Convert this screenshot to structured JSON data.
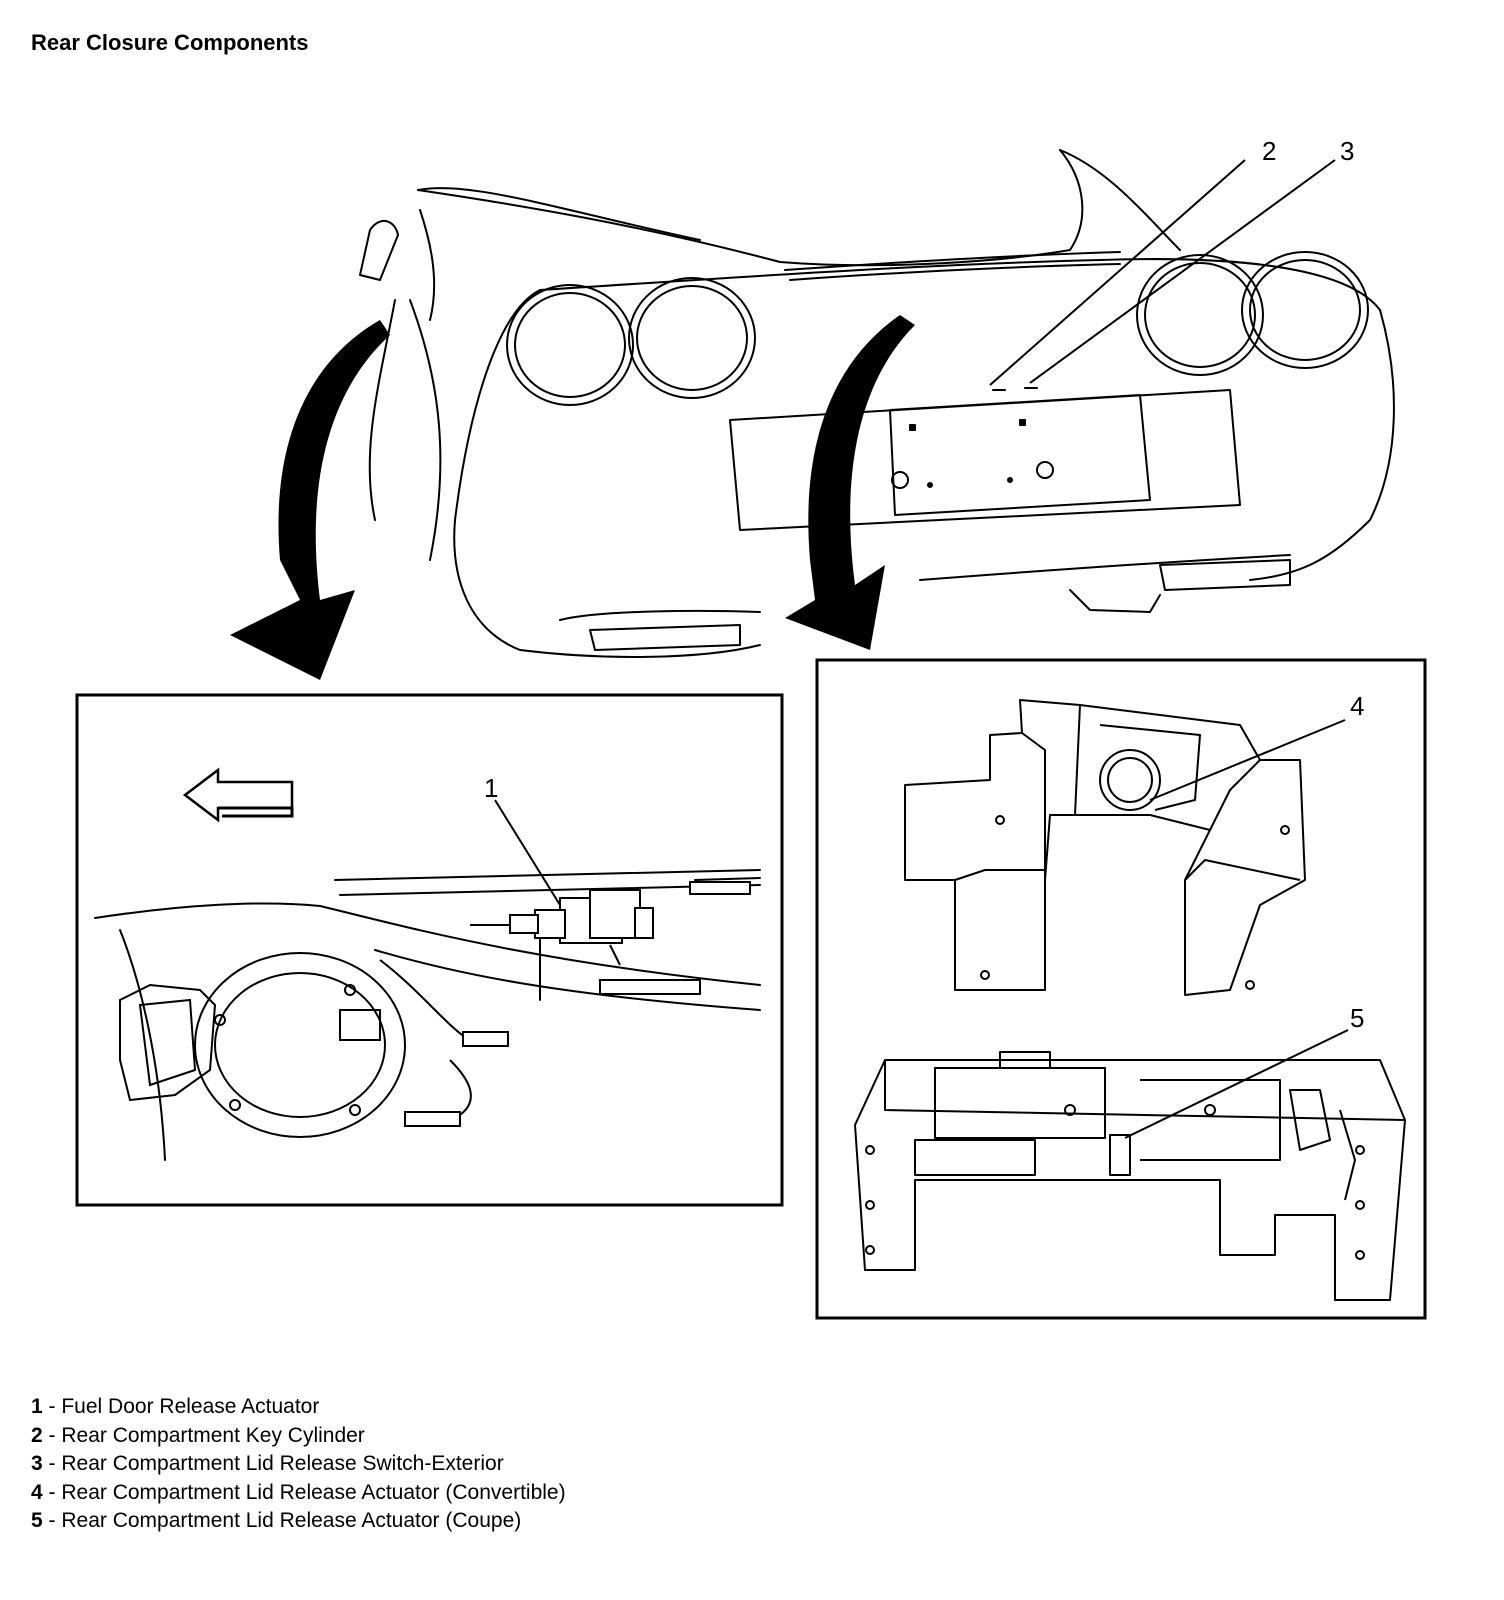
{
  "title": "Rear Closure Components",
  "callouts": {
    "c1": "1",
    "c2": "2",
    "c3": "3",
    "c4": "4",
    "c5": "5"
  },
  "legend": [
    {
      "num": "1",
      "sep": " - ",
      "label": "Fuel Door Release Actuator"
    },
    {
      "num": "2",
      "sep": " - ",
      "label": "Rear Compartment Key Cylinder"
    },
    {
      "num": "3",
      "sep": " - ",
      "label": "Rear Compartment Lid Release Switch-Exterior"
    },
    {
      "num": "4",
      "sep": " - ",
      "label": "Rear Compartment Lid Release Actuator (Convertible)"
    },
    {
      "num": "5",
      "sep": " - ",
      "label": "Rear Compartment Lid Release Actuator (Coupe)"
    }
  ]
}
